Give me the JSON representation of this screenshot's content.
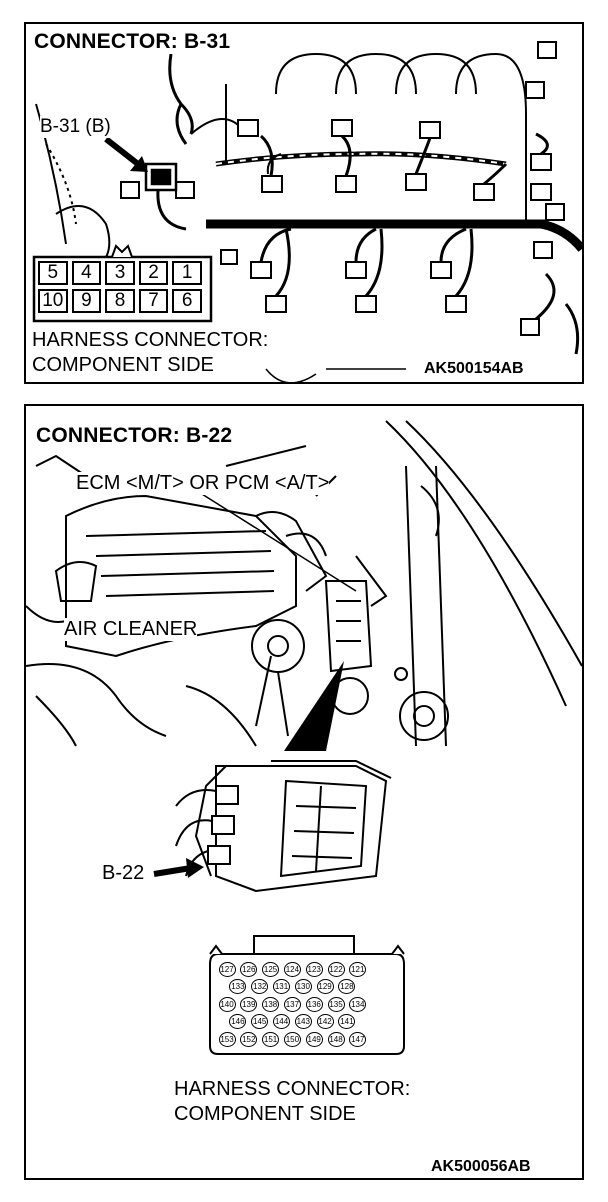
{
  "panel_top": {
    "title": "CONNECTOR: B-31",
    "connector_callout": "B-31 (B)",
    "pin_rows": [
      [
        "5",
        "4",
        "3",
        "2",
        "1"
      ],
      [
        "10",
        "9",
        "8",
        "7",
        "6"
      ]
    ],
    "caption_line1": "HARNESS CONNECTOR:",
    "caption_line2": "COMPONENT SIDE",
    "figure_code": "AK500154AB"
  },
  "panel_bottom": {
    "title": "CONNECTOR: B-22",
    "ecm_label": "ECM <M/T> OR PCM <A/T>",
    "air_cleaner_label": "AIR CLEANER",
    "connector_callout": "B-22",
    "pin_rows": [
      [
        "127",
        "126",
        "125",
        "124",
        "123",
        "122",
        "121"
      ],
      [
        "133",
        "132",
        "131",
        "130",
        "129",
        "128"
      ],
      [
        "140",
        "139",
        "138",
        "137",
        "136",
        "135",
        "134"
      ],
      [
        "146",
        "145",
        "144",
        "143",
        "142",
        "141"
      ],
      [
        "153",
        "152",
        "151",
        "150",
        "149",
        "148",
        "147"
      ]
    ],
    "caption_line1": "HARNESS CONNECTOR:",
    "caption_line2": "COMPONENT SIDE",
    "figure_code": "AK500056AB"
  }
}
